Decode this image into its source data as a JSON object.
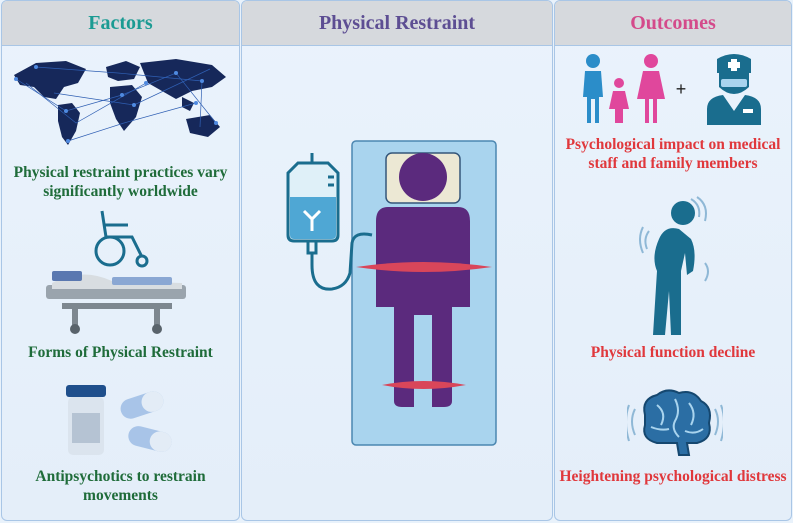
{
  "factors": {
    "title": "Factors",
    "worldwide_label": "Physical restraint practices vary significantly worldwide",
    "forms_label": "Forms of Physical Restraint",
    "antipsychotics_label": "Antipsychotics to restrain  movements"
  },
  "center": {
    "title": "Physical Restraint"
  },
  "outcomes": {
    "title": "Outcomes",
    "plus_sign": "+",
    "psych_impact_label": "Psychological impact on medical staff and family members",
    "function_label": "Physical function decline",
    "distress_label": "Heightening psychological distress"
  },
  "colors": {
    "factors_title": "#1b9b93",
    "restraint_title": "#5d4e93",
    "outcomes_title": "#d44a8b",
    "factor_text": "#1f6c3a",
    "outcome_text": "#e0383c",
    "patient": "#5b2a7d",
    "strap": "#d9465a",
    "icon_teal": "#1a6d8e"
  }
}
